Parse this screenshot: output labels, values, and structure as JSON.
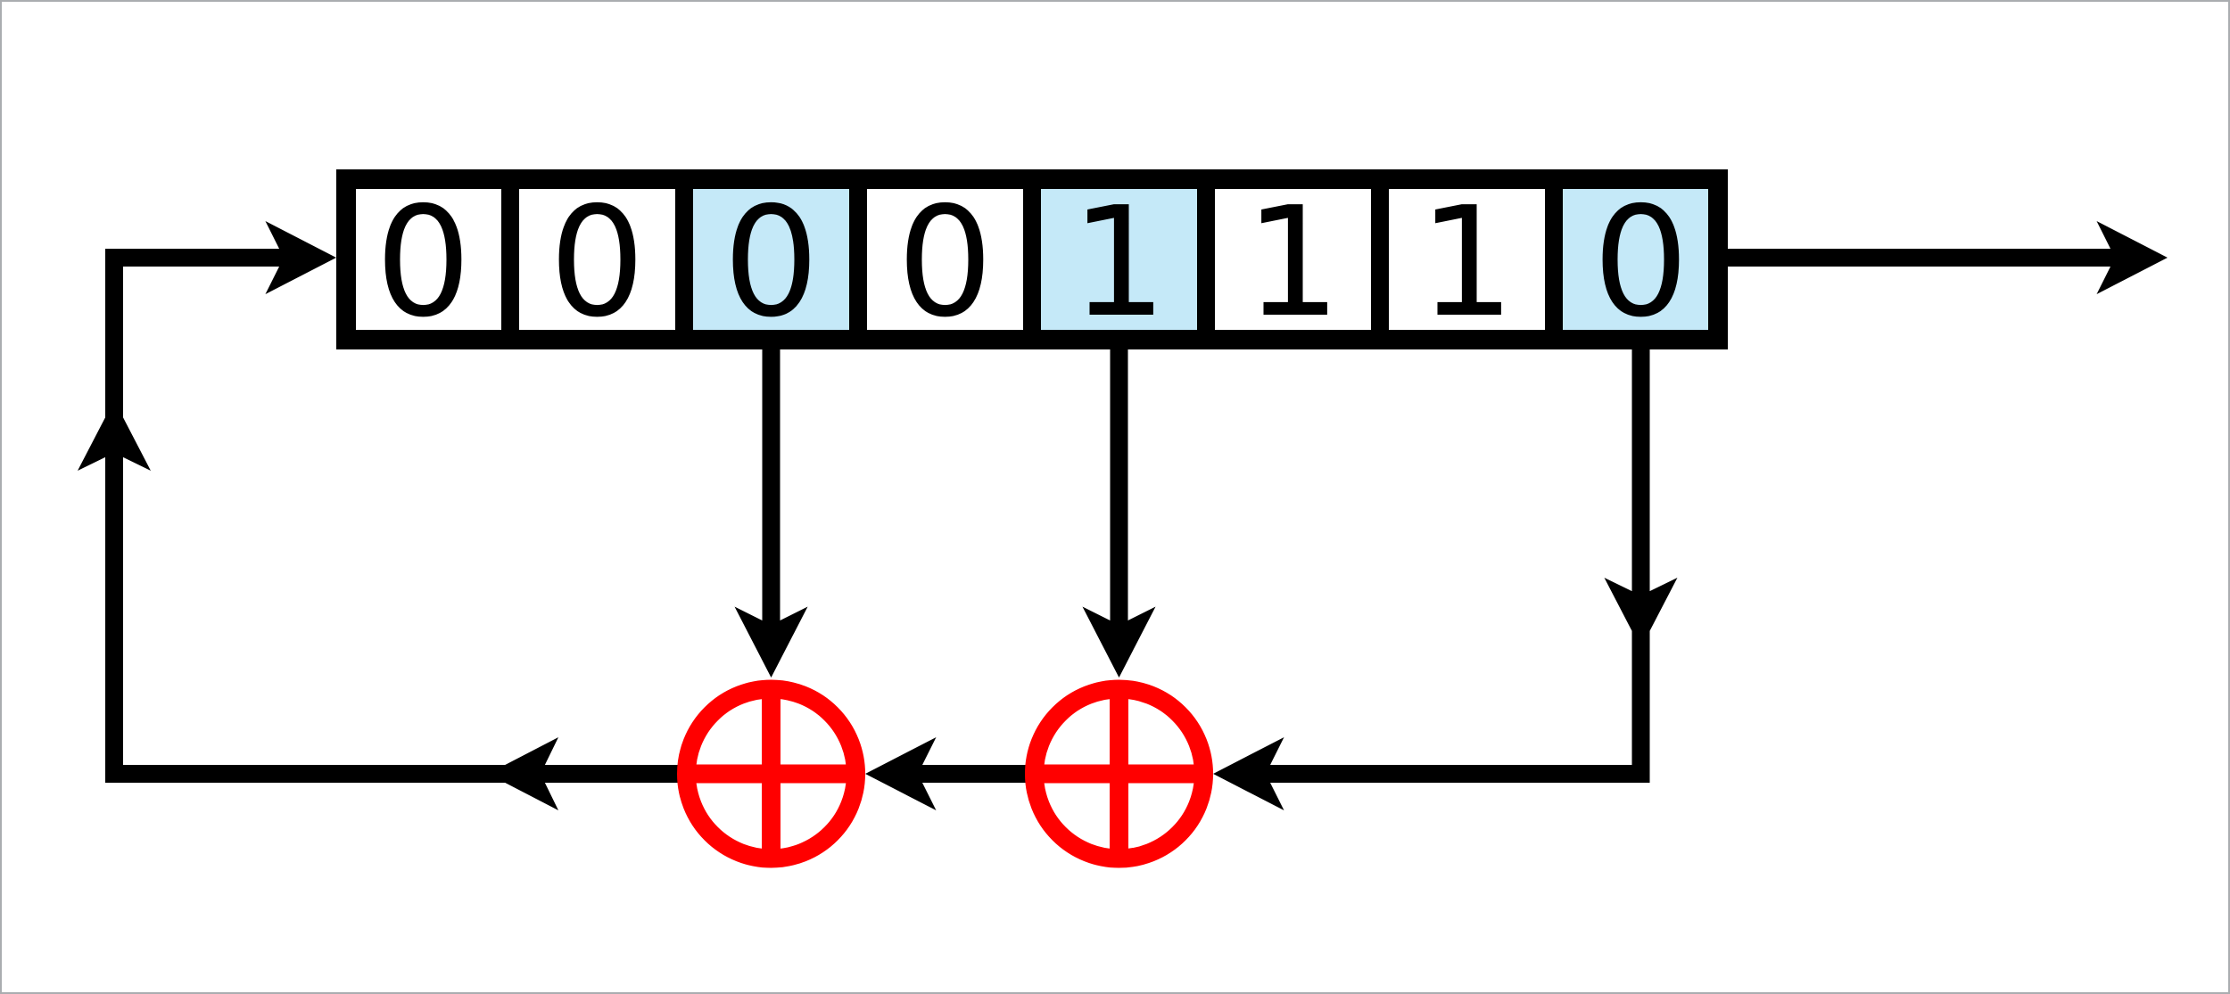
{
  "register": {
    "bits": [
      "0",
      "0",
      "0",
      "0",
      "1",
      "1",
      "1",
      "0"
    ],
    "tap_cells_1indexed": [
      3,
      5,
      8
    ],
    "cell_count": 8
  },
  "xor_gates": {
    "count": 2,
    "symbol": "circle-plus"
  },
  "colors": {
    "line": "#000000",
    "digit": "#000000",
    "cell_default": "#ffffff",
    "cell_highlight": "#c5e9f8",
    "xor_red": "#ff0000",
    "background": "#ffffff",
    "frame_border": "#aaadb0"
  }
}
